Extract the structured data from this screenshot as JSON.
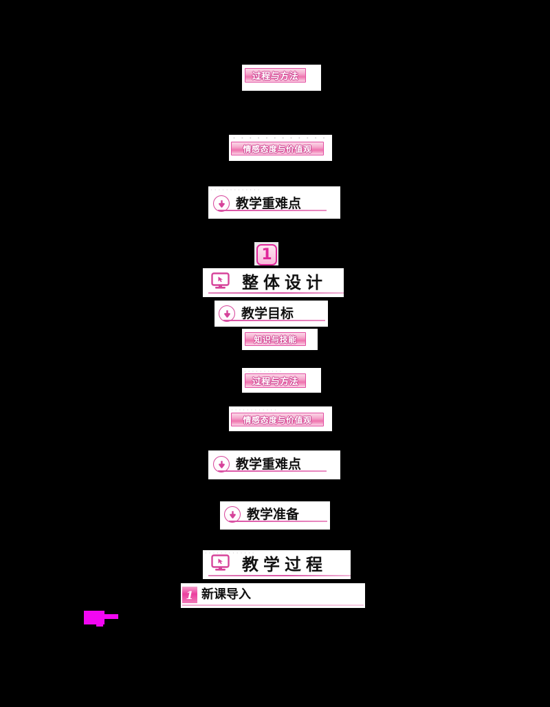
{
  "document": {
    "background_color": "#000000",
    "paper_color": "#ffffff",
    "accent_color": "#e0269a",
    "accent_light": "#f5a8cd",
    "text_color": "#101010"
  },
  "fragments": [
    {
      "id": "tag-process-method-top",
      "kind": "tag",
      "label": "过程与方法"
    },
    {
      "id": "tag-emotion-attitude-value-top",
      "kind": "tag",
      "label": "情感态度与价值观"
    },
    {
      "id": "heading-key-difficult-top",
      "kind": "heading",
      "label": "教学重难点",
      "icon": "down-arrow-circle-icon"
    },
    {
      "id": "badge-one",
      "kind": "number-badge",
      "label": "1"
    },
    {
      "id": "title-overall-design",
      "kind": "big-title",
      "label": "整体设计",
      "icon": "monitor-cursor-icon"
    },
    {
      "id": "heading-teaching-goal",
      "kind": "heading",
      "label": "教学目标",
      "icon": "down-arrow-circle-icon"
    },
    {
      "id": "tag-knowledge-skill",
      "kind": "tag",
      "label": "知识与技能"
    },
    {
      "id": "tag-process-method-mid",
      "kind": "tag",
      "label": "过程与方法"
    },
    {
      "id": "tag-emotion-attitude-value-mid",
      "kind": "tag",
      "label": "情感态度与价值观"
    },
    {
      "id": "heading-key-difficult-mid",
      "kind": "heading",
      "label": "教学重难点",
      "icon": "down-arrow-circle-icon"
    },
    {
      "id": "heading-teaching-prep",
      "kind": "heading",
      "label": "教学准备",
      "icon": "down-arrow-circle-icon"
    },
    {
      "id": "title-teaching-process",
      "kind": "big-title",
      "label": "教学过程",
      "icon": "monitor-cursor-icon"
    },
    {
      "id": "step-new-lesson-intro",
      "kind": "step",
      "marker": "1",
      "label": "新课导入"
    }
  ],
  "tags": {
    "process_method_top": "过程与方法",
    "emotion_value_top": "情感态度与价值观",
    "knowledge_skill": "知识与技能",
    "process_method_mid": "过程与方法",
    "emotion_value_mid": "情感态度与价值观"
  },
  "headings": {
    "key_difficult_top": "教学重难点",
    "teaching_goal": "教学目标",
    "key_difficult_mid": "教学重难点",
    "teaching_prep": "教学准备"
  },
  "titles": {
    "overall_design": "整体设计",
    "teaching_process": "教学过程"
  },
  "badges": {
    "number_one": "1",
    "step_one": "1"
  },
  "steps": {
    "new_lesson_intro": "新课导入"
  },
  "ghosts": {
    "g1": "・ ・ ・ ・ ・ ・ ・ ・ ・ ・ ・ ・",
    "g2": "· · · · · · · · · · · · ·",
    "g3": "· · · · · · · · · ·",
    "g4": "· · · · · · · · · · · ·"
  }
}
